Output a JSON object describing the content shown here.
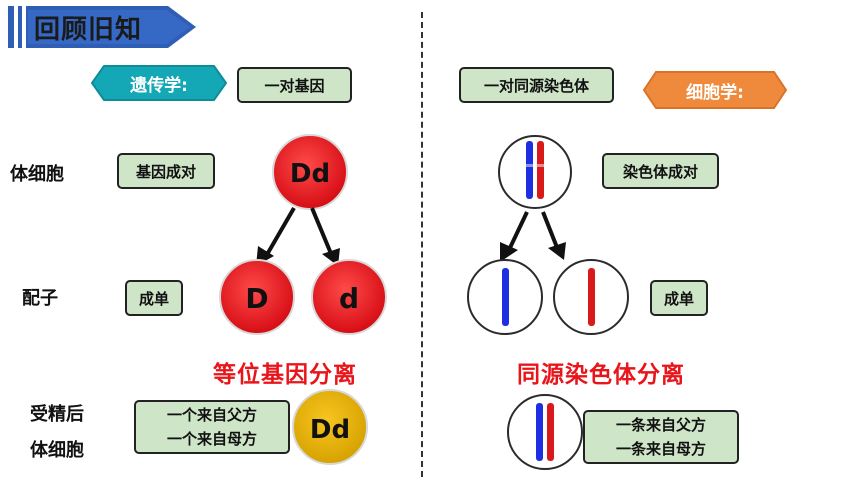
{
  "header": {
    "title": "回顾旧知"
  },
  "genetics": {
    "tag": "遗传学:",
    "pair_box": "一对基因",
    "row_somatic_label": "体细胞",
    "somatic_box": "基因成对",
    "somatic_ball": "Dd",
    "row_gamete_label": "配子",
    "gamete_box": "成单",
    "gamete_ball_1": "D",
    "gamete_ball_2": "d",
    "separation_title": "等位基因分离",
    "row_zygote_label_1": "受精后",
    "row_zygote_label_2": "体细胞",
    "zygote_box_line1": "一个来自父方",
    "zygote_box_line2": "一个来自母方",
    "zygote_ball": "Dd"
  },
  "cytology": {
    "tag": "细胞学:",
    "pair_box": "一对同源染色体",
    "somatic_box": "染色体成对",
    "gamete_box": "成单",
    "separation_title": "同源染色体分离",
    "zygote_box_line1": "一条来自父方",
    "zygote_box_line2": "一条来自母方"
  },
  "colors": {
    "banner_blue": "#2f5fb5",
    "tag_teal": "#14a7b5",
    "tag_orange": "#ef8a3c",
    "box_green": "#cfe5c8",
    "ball_red": "#e8141c",
    "ball_gold": "#e2b000",
    "chrom_blue": "#1d2fe0",
    "chrom_red": "#d81a1a",
    "title_red": "#e8151b"
  }
}
